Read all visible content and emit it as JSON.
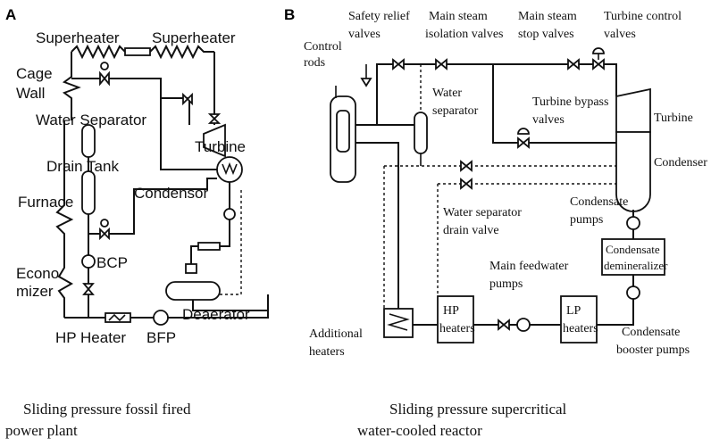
{
  "panels": {
    "a": {
      "letter": "A",
      "labels": {
        "superheater_1": "Superheater",
        "superheater_2": "Superheater",
        "cage": "Cage",
        "wall": "Wall",
        "water_separator": "Water Separator",
        "turbine": "Turbine",
        "drain_tank": "Drain Tank",
        "condensor": "Condensor",
        "furnace": "Furnace",
        "bcp": "BCP",
        "econo": "Econo",
        "mizer": "mizer",
        "deaerator": "Deaerator",
        "hp_heater": "HP Heater",
        "bfp": "BFP"
      },
      "caption_line1": "Sliding  pressure  fossil fired",
      "caption_line2": "power plant"
    },
    "b": {
      "letter": "B",
      "labels": {
        "control_rods_1": "Control",
        "control_rods_2": "rods",
        "safety_relief_1": "Safety relief",
        "safety_relief_2": "valves",
        "msiv_1": "Main steam",
        "msiv_2": "isolation valves",
        "mssv_1": "Main steam",
        "mssv_2": "stop valves",
        "tcv_1": "Turbine control",
        "tcv_2": "valves",
        "water_sep_1": "Water",
        "water_sep_2": "separator",
        "bypass_1": "Turbine bypass",
        "bypass_2": "valves",
        "turbine": "Turbine",
        "condenser": "Condenser",
        "cond_pumps_1": "Condensate",
        "cond_pumps_2": "pumps",
        "ws_drain_1": "Water separator",
        "ws_drain_2": "drain valve",
        "demin_1": "Condensate",
        "demin_2": "demineralizer",
        "mfw_1": "Main feedwater",
        "mfw_2": "pumps",
        "hp_1": "HP",
        "hp_2": "heaters",
        "lp_1": "LP",
        "lp_2": "heaters",
        "add_heaters_1": "Additional",
        "add_heaters_2": "heaters",
        "booster_1": "Condensate",
        "booster_2": "booster pumps"
      },
      "caption_line1": "Sliding  pressure  supercritical",
      "caption_line2": "water-cooled reactor"
    }
  },
  "colors": {
    "ink": "#111111",
    "background": "#ffffff"
  }
}
